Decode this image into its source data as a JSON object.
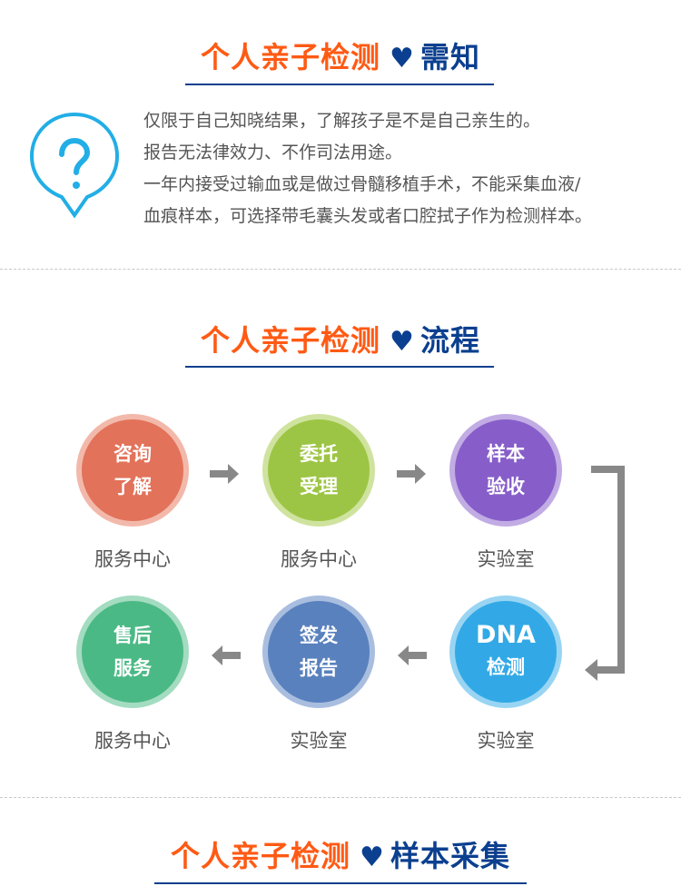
{
  "prefix": "个人亲子检测",
  "sections": [
    {
      "suffix": "需知"
    },
    {
      "suffix": "流程"
    },
    {
      "suffix": "样本采集"
    }
  ],
  "notes": [
    "仅限于自己知晓结果，了解孩子是不是自己亲生的。",
    "报告无法律效力、不作司法用途。",
    "一年内接受过输血或是做过骨髓移植手术，不能采集血液/",
    "血痕样本，可选择带毛囊头发或者口腔拭子作为检测样本。"
  ],
  "steps": [
    {
      "line1": "咨询",
      "line2": "了解",
      "label": "服务中心",
      "color": "#e2725a",
      "ring": "#f2b9ab"
    },
    {
      "line1": "委托",
      "line2": "受理",
      "label": "服务中心",
      "color": "#9dc545",
      "ring": "#cfe39f"
    },
    {
      "line1": "样本",
      "line2": "验收",
      "label": "实验室",
      "color": "#875ec9",
      "ring": "#c2ace4"
    },
    {
      "line1": "DNA",
      "line2": "检测",
      "label": "实验室",
      "color": "#32a9e6",
      "ring": "#99d5f3"
    },
    {
      "line1": "签发",
      "line2": "报告",
      "label": "实验室",
      "color": "#5981be",
      "ring": "#a9bedf"
    },
    {
      "line1": "售后",
      "line2": "服务",
      "label": "服务中心",
      "color": "#4bb985",
      "ring": "#a3dcc0"
    }
  ]
}
